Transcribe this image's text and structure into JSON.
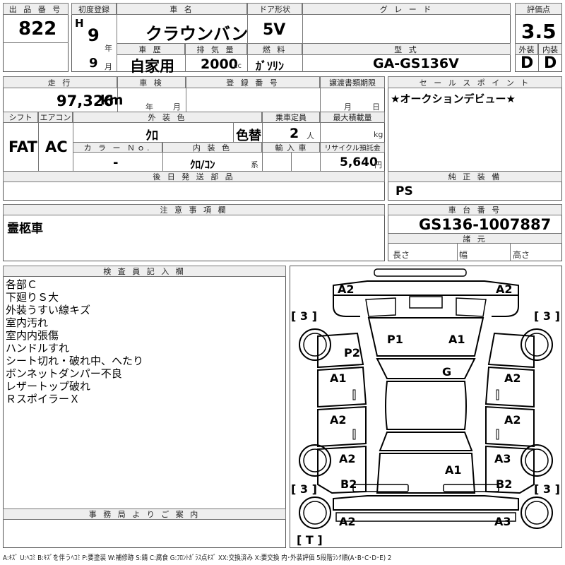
{
  "header": {
    "lot_label": "出 品 番 号",
    "lot_value": "822",
    "first_reg_label": "初度登録",
    "era": "H",
    "year": "9",
    "year_unit": "年",
    "month": "9",
    "month_unit": "月",
    "car_name_label": "車 名",
    "car_name_value": "クラウンバン",
    "door_label": "ドア形状",
    "door_value": "5V",
    "grade_label": "グ レ ー ド",
    "grade_value": "",
    "score_label": "評価点",
    "score_value": "3.5",
    "history_label": "車 歴",
    "history_value": "自家用",
    "displacement_label": "排 気 量",
    "displacement_value": "2000",
    "displacement_unit": "cc",
    "fuel_label": "燃 料",
    "fuel_value": "ｶﾞｿﾘﾝ",
    "model_label": "型 式",
    "model_value": "GA-GS136V",
    "exterior_label": "外装",
    "exterior_value": "D",
    "interior_label": "内装",
    "interior_value": "D"
  },
  "middle": {
    "mileage_label": "走 行",
    "mileage_value": "97,326",
    "mileage_unit": "km",
    "inspection_label": "車 検",
    "inspection_year_unit": "年",
    "inspection_month_unit": "月",
    "regno_label": "登 録 番 号",
    "transfer_label": "譲渡書類期限",
    "transfer_month_unit": "月",
    "transfer_day_unit": "日",
    "shift_label": "シフト",
    "shift_value": "FAT",
    "aircon_label": "エアコン",
    "aircon_value": "AC",
    "ext_color_label": "外 装 色",
    "ext_color_value": "ｸﾛ",
    "color_change_value": "色替",
    "capacity_label": "乗車定員",
    "capacity_value": "2",
    "capacity_unit": "人",
    "maxload_label": "最大積載量",
    "maxload_unit": "kg",
    "colorno_label": "カ ラ ー Ｎｏ.",
    "colorno_value": "-",
    "int_color_label": "内 装 色",
    "int_color_value": "ｸﾛ/ｺﾝ",
    "int_color_suffix": "系",
    "import_label": "輸 入 車",
    "recycle_label": "リサイクル預託金",
    "recycle_value": "5,640",
    "recycle_unit": "円",
    "later_parts_label": "後 日 発 送 部 品",
    "sales_point_label": "セ ー ル ス ポ イ ン ト",
    "sales_point_value": "★オークションデビュー★",
    "equipment_label": "純 正 装 備",
    "equipment_value": "PS"
  },
  "notes": {
    "label": "注 意 事 項 欄",
    "value": "霊柩車"
  },
  "chassis": {
    "label": "車 台 番 号",
    "value": "GS136-1007887",
    "spec_label": "諸 元",
    "length_label": "長さ",
    "width_label": "幅",
    "height_label": "高さ"
  },
  "inspector": {
    "label": "検 査 員 記 入 欄",
    "remarks": [
      "各部Ｃ",
      "下廻りＳ大",
      "外装うすい線キズ",
      "室内汚れ",
      "室内内張傷",
      "ハンドルすれ",
      "シート切れ・破れ中、へたり",
      "ボンネットダンパー不良",
      "レザートップ破れ",
      "ＲスポイラーＸ"
    ]
  },
  "office": {
    "label": "事 務 局 よ り ご 案 内"
  },
  "diagram": {
    "tire_fl": "[ 3 ]",
    "tire_fr": "[ 3 ]",
    "tire_rl": "[ 3 ]",
    "tire_rr": "[ 3 ]",
    "spare": "[ T ]",
    "marks": {
      "front_bumper_l": "A2",
      "front_bumper_r": "A2",
      "fender_l": "P2",
      "hood_l": "P1",
      "hood_r": "A1",
      "roof": "G",
      "front_door_l": "A1",
      "front_door_r": "A2",
      "rear_door_l": "A2",
      "rear_door_r": "A2",
      "rear_quarter_l": "A2",
      "rear_quarter_r": "A3",
      "back_door": "A1",
      "rear_lamp_l": "B2",
      "rear_lamp_r": "B2",
      "rear_bumper_l": "A2",
      "rear_bumper_r": "A3"
    }
  },
  "legend": "A:ｷｽﾞ U:ﾍｺﾐ B:ｷｽﾞを伴うﾍｺﾐ P:要塗装 W:補修跡 S:錆 C:腐食 G:ﾌﾛﾝﾄｶﾞﾗｽ点ｷｽﾞ XX:交換済み X:要交換 内･外装評価 5段階ﾗﾝｸ順(A･B･C･D･E) 2"
}
